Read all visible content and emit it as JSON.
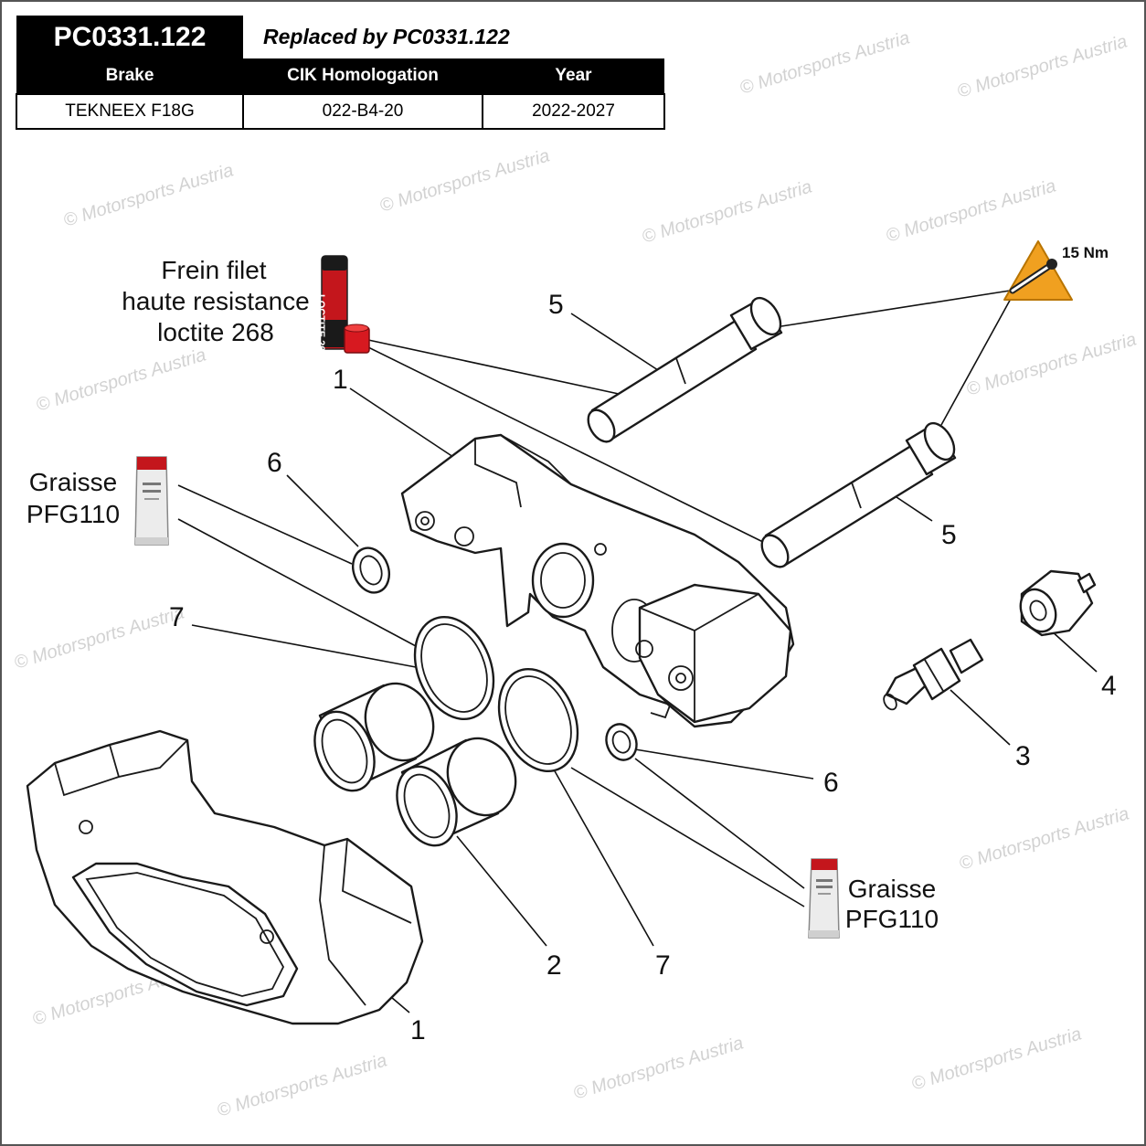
{
  "header": {
    "part_number": "PC0331.122",
    "replaced_by": "Replaced by PC0331.122"
  },
  "table": {
    "columns": [
      "Brake",
      "CIK Homologation",
      "Year"
    ],
    "row": [
      "TEKNEEX F18G",
      "022-B4-20",
      "2022-2027"
    ]
  },
  "notes": {
    "loctite": [
      "Frein filet",
      "haute resistance",
      "loctite 268"
    ],
    "grease_left": [
      "Graisse",
      "PFG110"
    ],
    "grease_right": [
      "Graisse",
      "PFG110"
    ],
    "torque": "15 Nm"
  },
  "callouts": {
    "bolt_upper": "5",
    "bolt_lower": "5",
    "caliper_upper": "1",
    "caliper_lower": "1",
    "washer_upper": "6",
    "washer_lower": "6",
    "seal_left": "7",
    "seal_bottom": "7",
    "piston": "2",
    "bleeder": "3",
    "nipple": "4"
  },
  "watermark": "© Motorsports Austria",
  "colors": {
    "loctite_red": "#d71920",
    "warning_orange": "#f0a020",
    "header_black": "#000000"
  },
  "icons": [
    "loctite-tube-icon",
    "grease-tube-icon",
    "torque-wrench-warning-icon"
  ]
}
